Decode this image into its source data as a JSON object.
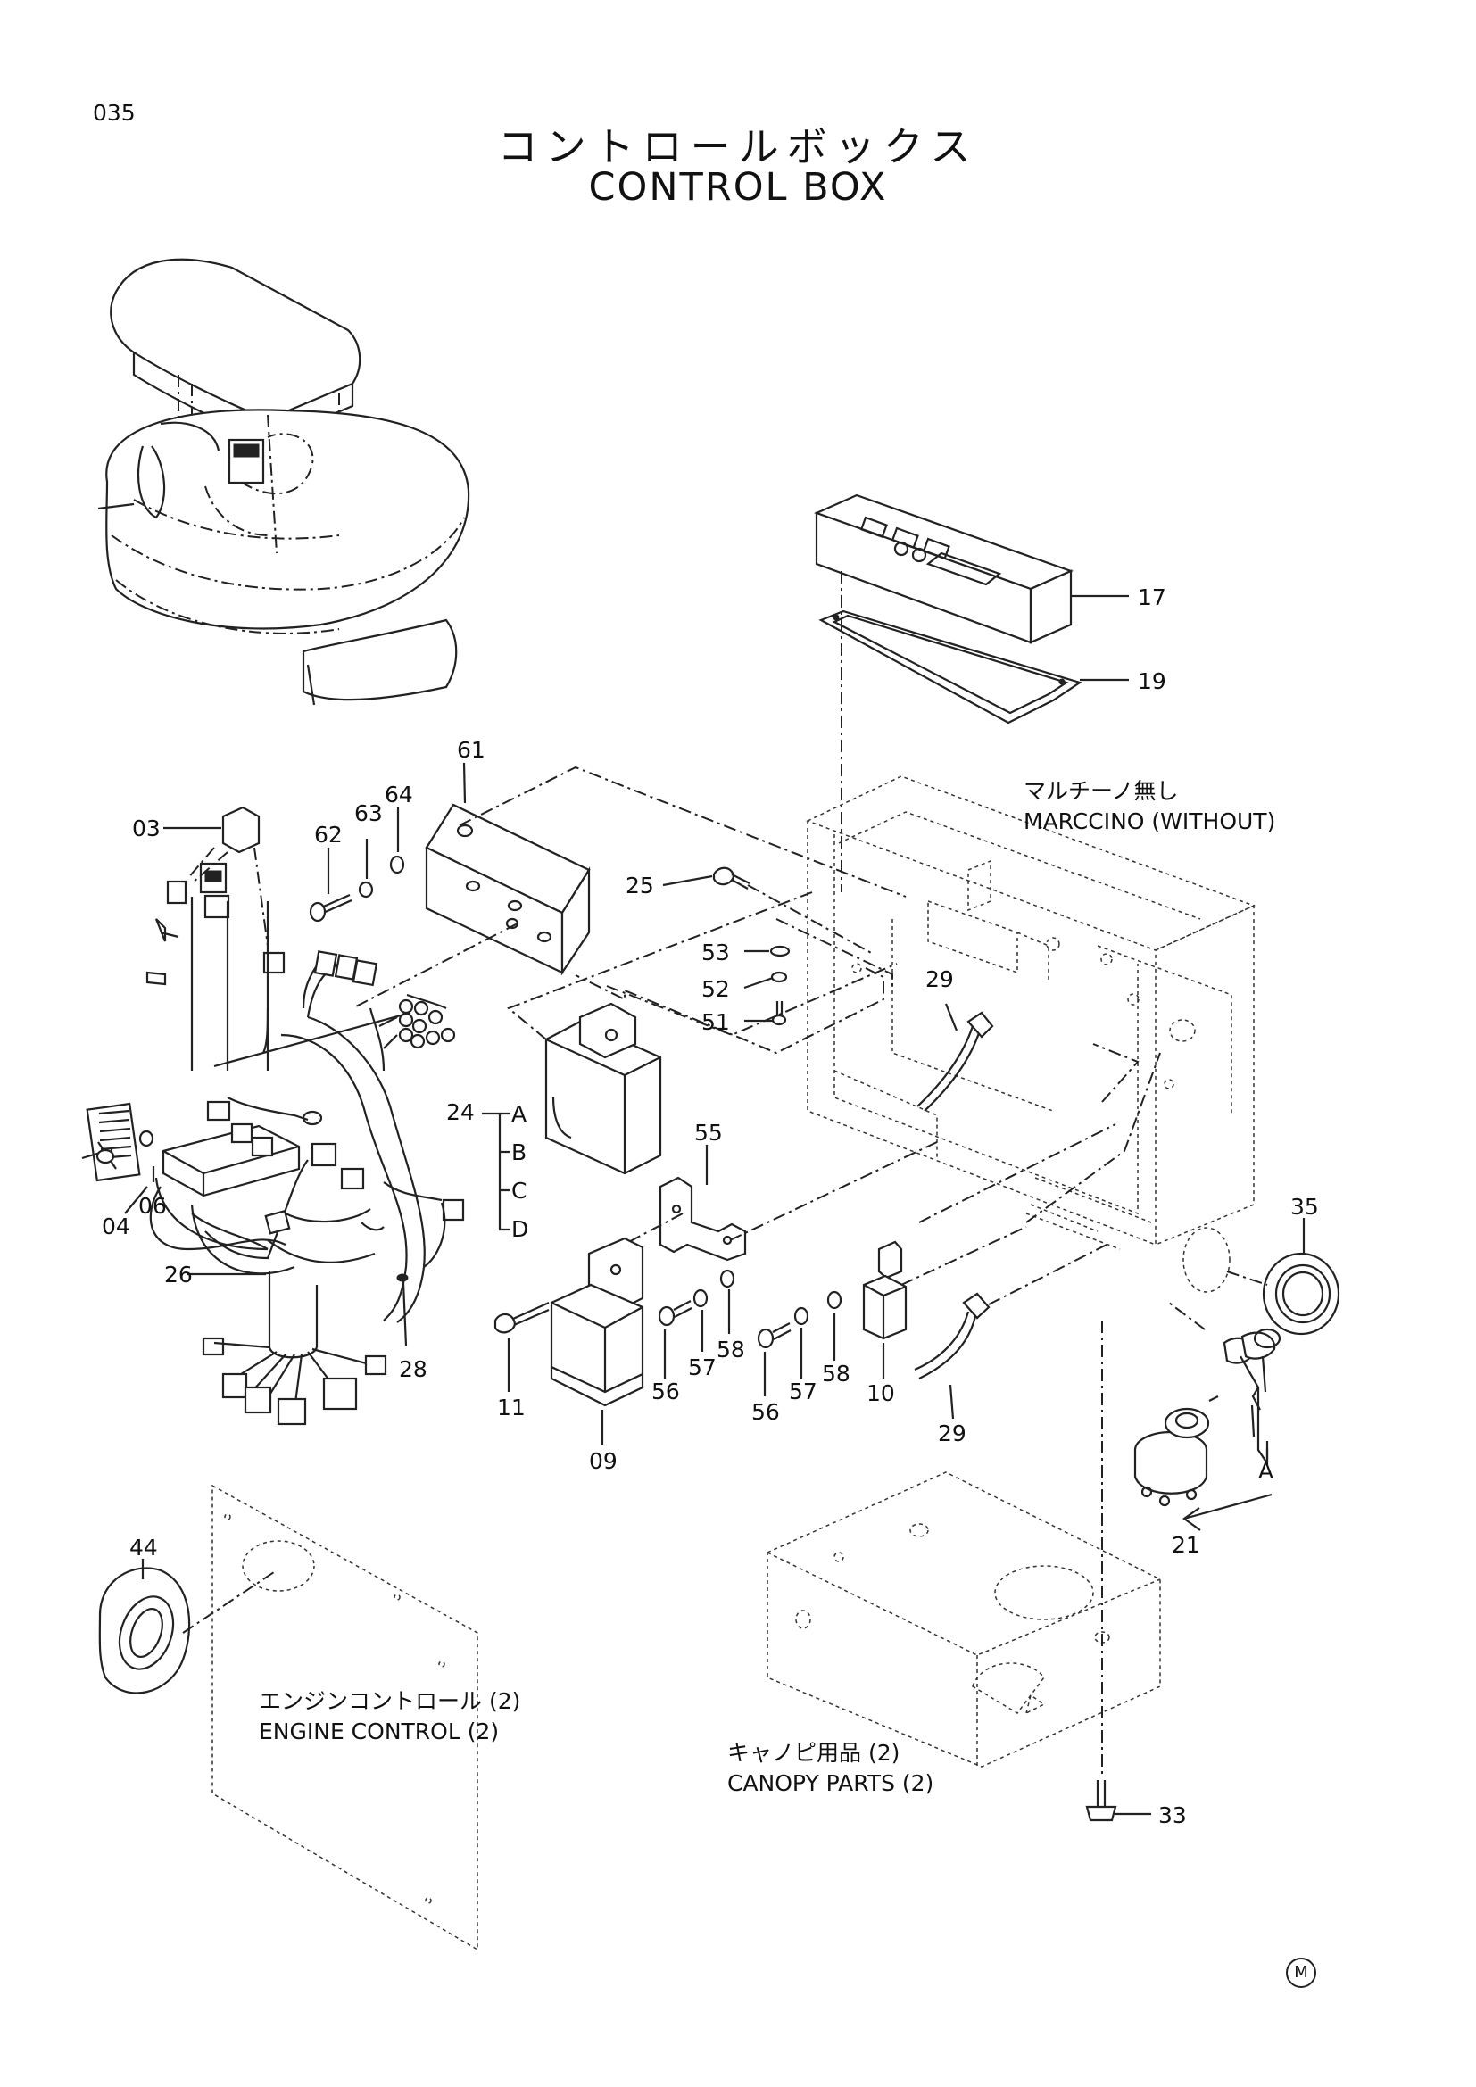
{
  "page_number": "035",
  "title_jp": "コントロールボックス",
  "title_en": "CONTROL BOX",
  "captions": {
    "marccino_jp": "マルチーノ無し",
    "marccino_en": "MARCCINO (WITHOUT)",
    "engine_jp": "エンジンコントロール (2)",
    "engine_en": "ENGINE CONTROL (2)",
    "canopy_jp": "キャノピ用品 (2)",
    "canopy_en": "CANOPY PARTS (2)"
  },
  "callouts": {
    "p03": "03",
    "p04": "04",
    "p06": "06",
    "p09": "09",
    "p10": "10",
    "p11": "11",
    "p17": "17",
    "p19": "19",
    "p21": "21",
    "p24": "24",
    "p25": "25",
    "p26": "26",
    "p28": "28",
    "p29a": "29",
    "p29b": "29",
    "p33": "33",
    "p35": "35",
    "p44": "44",
    "p51": "51",
    "p52": "52",
    "p53": "53",
    "p55": "55",
    "p56a": "56",
    "p56b": "56",
    "p57a": "57",
    "p57b": "57",
    "p58a": "58",
    "p58b": "58",
    "p61": "61",
    "p62": "62",
    "p63": "63",
    "p64": "64"
  },
  "variants_24": [
    "A",
    "B",
    "C",
    "D"
  ],
  "key_variant": "A",
  "trademark_symbol": "M"
}
